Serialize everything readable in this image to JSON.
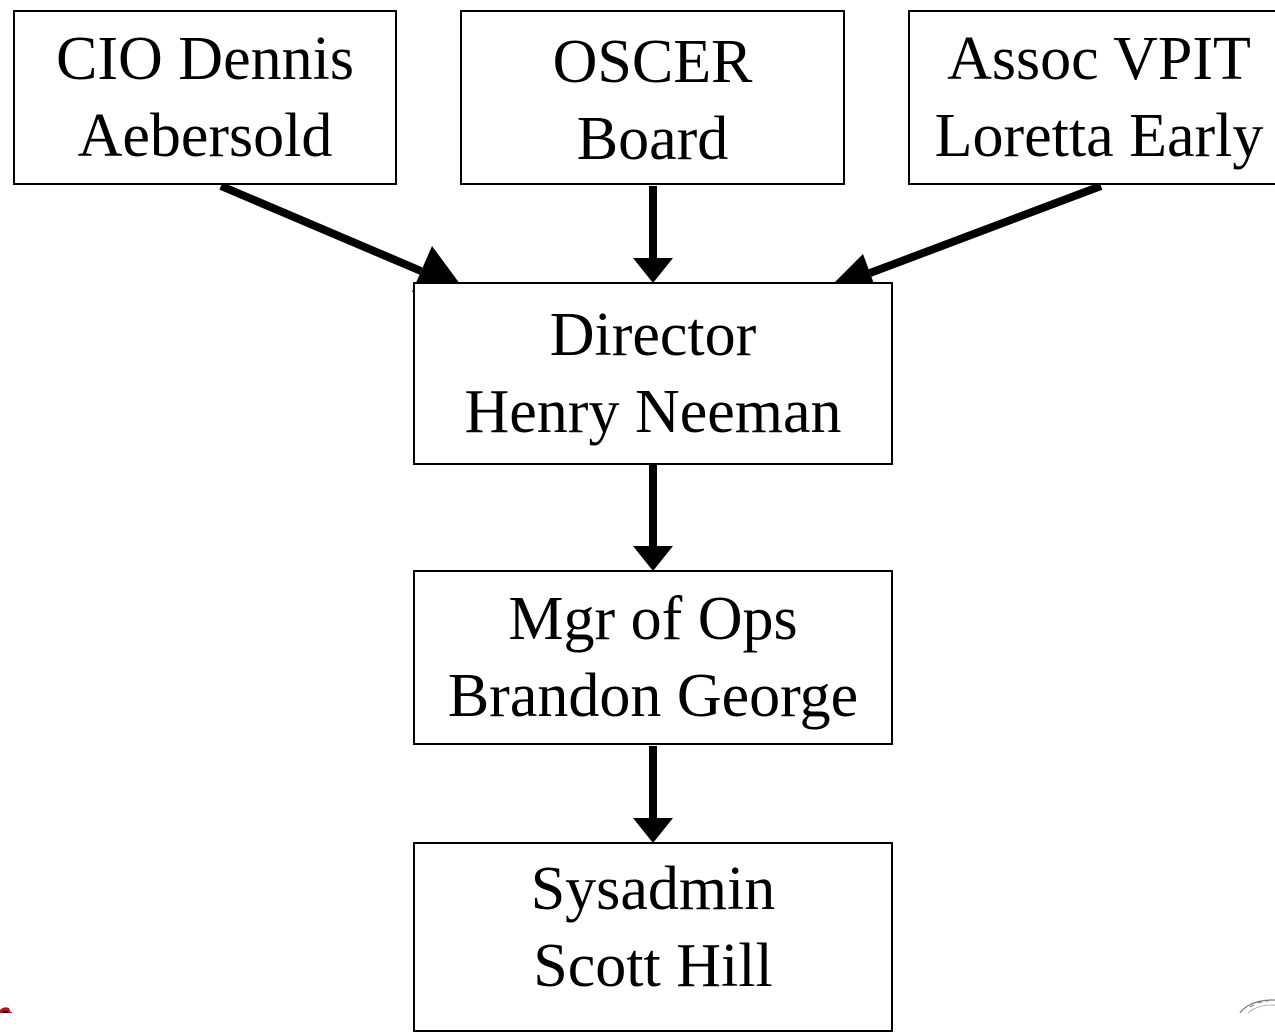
{
  "nodes": {
    "cio": {
      "line1": "CIO Dennis",
      "line2": "Aebersold"
    },
    "oscer": {
      "line1": "OSCER",
      "line2": "Board"
    },
    "assoc": {
      "line1": "Assoc VPIT",
      "line2": "Loretta Early"
    },
    "director": {
      "line1": "Director",
      "line2": "Henry Neeman"
    },
    "mgr": {
      "line1": "Mgr of Ops",
      "line2": "Brandon George"
    },
    "sysadmin": {
      "line1": "Sysadmin",
      "line2": "Scott Hill"
    }
  },
  "edges": [
    {
      "from": "cio",
      "to": "director"
    },
    {
      "from": "oscer",
      "to": "director"
    },
    {
      "from": "assoc",
      "to": "director"
    },
    {
      "from": "director",
      "to": "mgr"
    },
    {
      "from": "mgr",
      "to": "sysadmin"
    }
  ],
  "colors": {
    "stroke": "#000000",
    "background": "#ffffff",
    "logo_red": "#b0121f"
  }
}
